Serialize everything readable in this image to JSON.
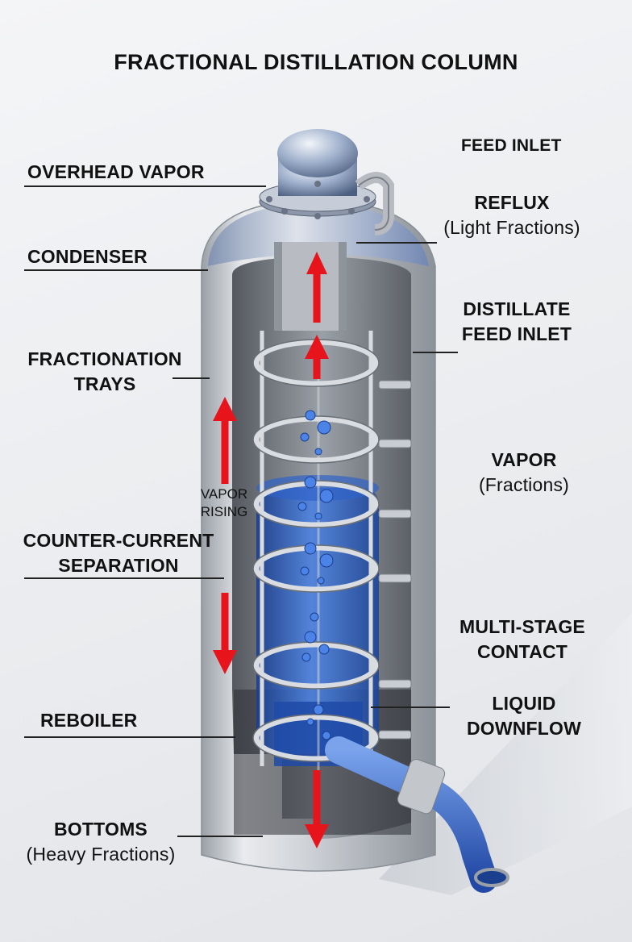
{
  "title": "FRACTIONAL DISTILLATION COLUMN",
  "labels": {
    "feed_inlet": "FEED INLET",
    "overhead_vapor": "OVERHEAD VAPOR",
    "reflux": {
      "line1": "REFLUX",
      "line2": "(Light Fractions)"
    },
    "condenser": "CONDENSER",
    "distillate": {
      "line1": "DISTILLATE",
      "line2": "FEED INLET"
    },
    "fractionation_trays": {
      "line1": "FRACTIONATION",
      "line2": "TRAYS"
    },
    "vapor": {
      "line1": "VAPOR",
      "line2": "(Fractions)"
    },
    "vapor_rising": {
      "line1": "VAPOR",
      "line2": "RISING"
    },
    "counter_current": {
      "line1": "COUNTER-CURRENT",
      "line2": "SEPARATION"
    },
    "multi_stage": {
      "line1": "MULTI-STAGE",
      "line2": "CONTACT"
    },
    "liquid_downflow": {
      "line1": "LIQUID",
      "line2": "DOWNFLOW"
    },
    "reboiler": "REBOILER",
    "bottoms": {
      "line1": "BOTTOMS",
      "line2": "(Heavy Fractions)"
    }
  },
  "colors": {
    "steel_light": "#e6e8eb",
    "steel_mid": "#b9bdc3",
    "steel_dark": "#6f747b",
    "liquid": "#2f63c9",
    "liquid_dark": "#1a3f8f",
    "arrow": "#e8141b",
    "text": "#111111"
  }
}
